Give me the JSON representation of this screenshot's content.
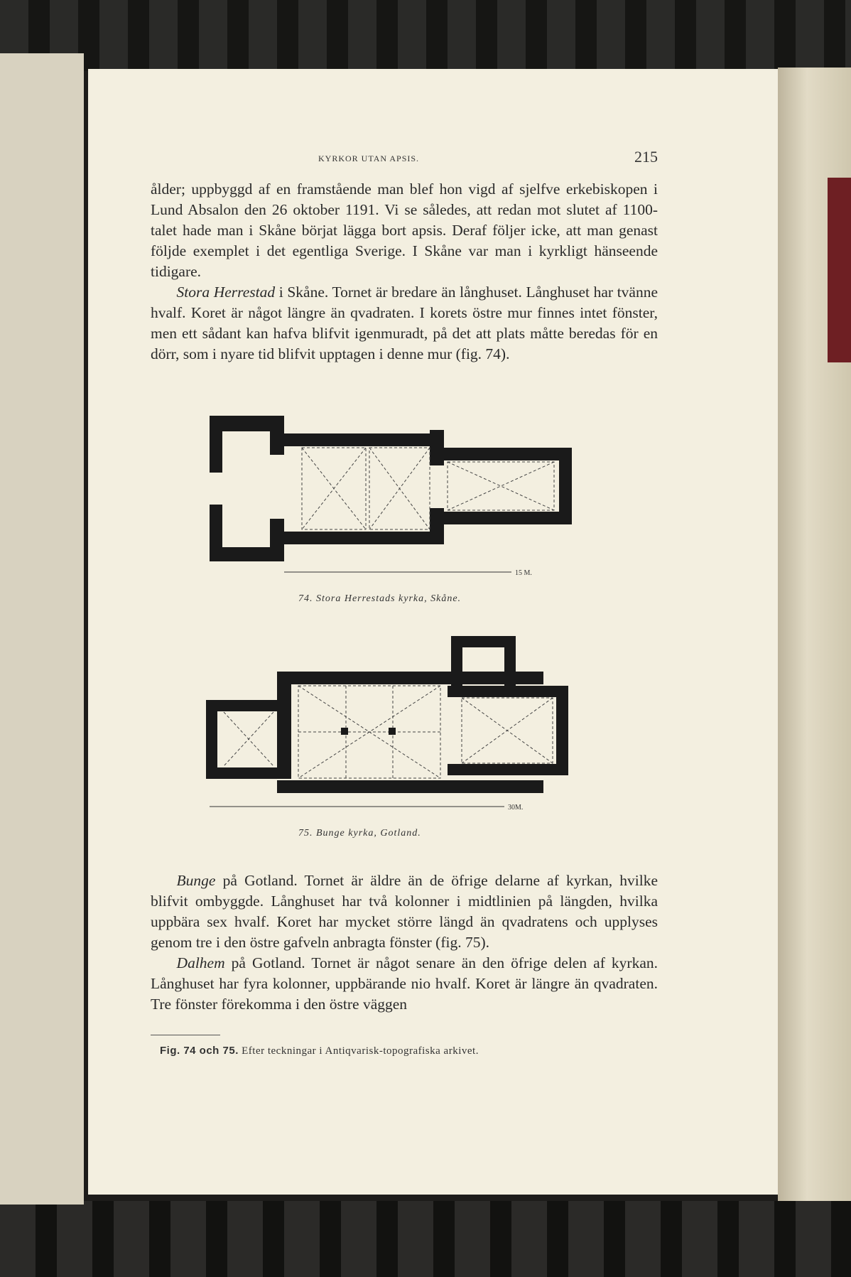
{
  "header": {
    "running_title": "KYRKOR UTAN APSIS.",
    "page_number": "215"
  },
  "paragraphs_top": [
    {
      "text": "ålder; uppbyggd af en framstående man blef hon vigd af sjelfve erkebiskopen i Lund Absalon den 26 oktober 1191. Vi se således, att redan mot slutet af 1100-talet hade man i Skåne börjat lägga bort apsis. Deraf följer icke, att man genast följde exemplet i det egentliga Sverige. I Skåne var man i kyrkligt hänseende tidigare."
    },
    {
      "italic": "Stora Herrestad",
      "text": " i Skåne. Tornet är bredare än långhuset. Långhuset har tvänne hvalf. Koret är något längre än qvadraten. I korets östre mur finnes intet fönster, men ett sådant kan hafva blifvit igenmuradt, på det att plats måtte beredas för en dörr, som i nyare tid blifvit upptagen i denne mur (fig. 74)."
    }
  ],
  "figures": [
    {
      "number": "74.",
      "caption": "Stora Herrestads kyrka, Skåne.",
      "scale_label": "15 M."
    },
    {
      "number": "75.",
      "caption": "Bunge kyrka, Gotland.",
      "scale_label": "30M."
    }
  ],
  "paragraphs_bottom": [
    {
      "italic": "Bunge",
      "text": " på Gotland. Tornet är äldre än de öfrige delarne af kyrkan, hvilke blifvit ombyggde. Långhuset har två kolonner i midtlinien på längden, hvilka uppbära sex hvalf. Koret har mycket större längd än qvadratens och upplyses genom tre i den östre gafveln anbragta fönster (fig. 75)."
    },
    {
      "italic": "Dalhem",
      "text": " på Gotland. Tornet är något senare än den öfrige delen af kyrkan. Långhuset har fyra kolonner, uppbärande nio hvalf. Koret är längre än qvadraten. Tre fönster förekomma i den östre väggen"
    }
  ],
  "footnote": {
    "label": "Fig. 74 och 75.",
    "text": "Efter teckningar i Antiqvarisk-topografiska arkivet."
  },
  "colors": {
    "paper": "#f3efe0",
    "ink": "#2a2a2a",
    "background": "#1d1c1a"
  }
}
